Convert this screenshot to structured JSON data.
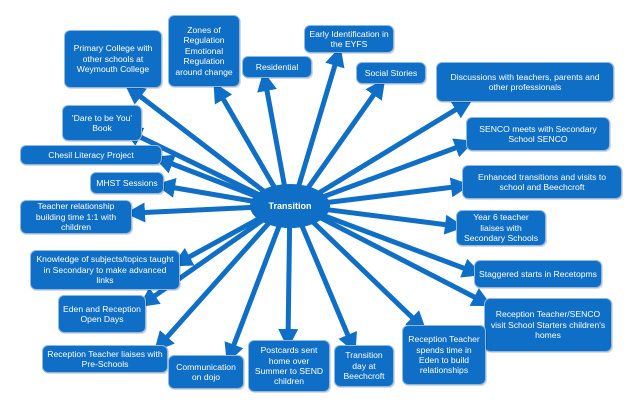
{
  "hub": {
    "label": "Transition",
    "color": "#0f6fc6"
  },
  "nodes": [
    {
      "id": "primary-college",
      "label": "Primary College with other schools at Weymouth College"
    },
    {
      "id": "zones-of-regulation",
      "label": "Zones of Regulation\nEmotional Regulation around change"
    },
    {
      "id": "residential",
      "label": "Residential"
    },
    {
      "id": "early-identification",
      "label": "Early Identification in the EYFS"
    },
    {
      "id": "social-stories",
      "label": "Social Stories"
    },
    {
      "id": "discussions",
      "label": "Discussions with teachers, parents and other professionals"
    },
    {
      "id": "dare-to-be-you",
      "label": "'Dare to be You' Book"
    },
    {
      "id": "senco-meets",
      "label": "SENCO meets with Secondary School SENCO"
    },
    {
      "id": "chesil-literacy",
      "label": "Chesil Literacy Project"
    },
    {
      "id": "enhanced-transitions",
      "label": "Enhanced transitions and visits to school and Beechcroft"
    },
    {
      "id": "mhst-sessions",
      "label": "MHST Sessions"
    },
    {
      "id": "teacher-relationship",
      "label": "Teacher relationship building time 1:1 with children"
    },
    {
      "id": "year6-teacher",
      "label": "Year 6 teacher liaises with Secondary Schools"
    },
    {
      "id": "knowledge-subjects",
      "label": "Knowledge of subjects/topics taught in Secondary to make advanced links"
    },
    {
      "id": "staggered-starts",
      "label": "Staggered starts in Recetopms"
    },
    {
      "id": "eden-reception",
      "label": "Eden and Reception Open Days"
    },
    {
      "id": "reception-senco-visit",
      "label": "Reception Teacher/SENCO visit School Starters children's homes"
    },
    {
      "id": "reception-liaises",
      "label": "Reception Teacher liaises with Pre-Schools"
    },
    {
      "id": "communication-dojo",
      "label": "Communication on dojo"
    },
    {
      "id": "postcards",
      "label": "Postcards sent home over Summer to SEND children"
    },
    {
      "id": "transition-day",
      "label": "Transition day at Beechcroft"
    },
    {
      "id": "reception-eden",
      "label": "Reception Teacher spends time in Eden to build relationships"
    }
  ]
}
